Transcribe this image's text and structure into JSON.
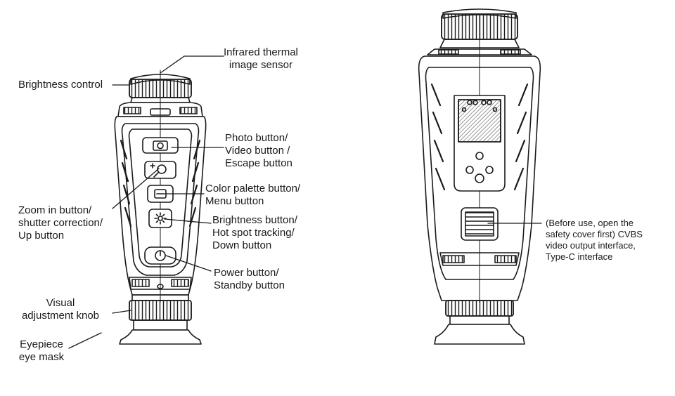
{
  "labels": {
    "infrared_sensor": "Infrared thermal\nimage sensor",
    "brightness_control": "Brightness control",
    "photo_button": "Photo button/\nVideo button /\nEscape button",
    "zoom_button": "Zoom in button/\nshutter correction/\nUp button",
    "color_palette_button": "Color palette button/\nMenu button",
    "brightness_button": "Brightness button/\nHot spot tracking/\nDown button",
    "power_button": "Power button/\nStandby button",
    "visual_knob": "Visual\nadjustment knob",
    "eyepiece": "Eyepiece\neye mask",
    "video_output": "(Before use, open the\nsafety cover first) CVBS\nvideo output interface,\nType-C interface"
  },
  "colors": {
    "line": "#1a1a1a",
    "background": "#ffffff",
    "hatch": "#555555"
  }
}
